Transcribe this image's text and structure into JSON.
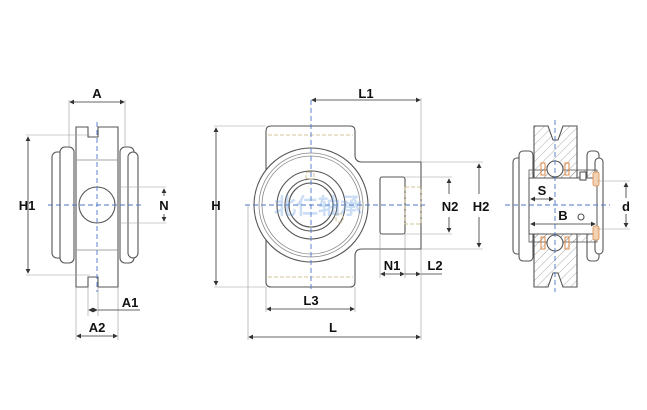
{
  "title": "Take-up bearing unit dimension drawing",
  "watermark": "北仁轴承",
  "colors": {
    "centerline": "#4a78c8",
    "hidden_line": "#c9b27a",
    "seal": "#d98a4a"
  },
  "side_view": {
    "labels": {
      "A": "A",
      "H1": "H1",
      "N": "N",
      "A1": "A1",
      "A2": "A2"
    }
  },
  "front_view": {
    "labels": {
      "L1": "L1",
      "H": "H",
      "N2": "N2",
      "H2": "H2",
      "N1": "N1",
      "L2": "L2",
      "L3": "L3",
      "L": "L"
    }
  },
  "section_view": {
    "labels": {
      "S": "S",
      "B": "B",
      "d": "d"
    }
  }
}
